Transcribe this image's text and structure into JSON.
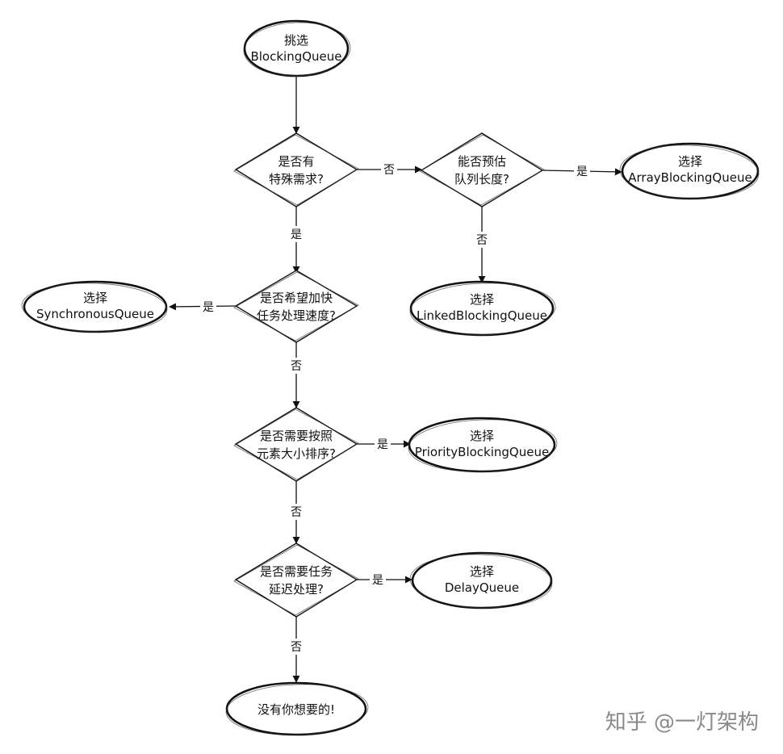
{
  "nodes": {
    "start": {
      "lines": [
        "挑选",
        "BlockingQueue"
      ]
    },
    "q_special": {
      "lines": [
        "是否有",
        "特殊需求?"
      ]
    },
    "q_estimate": {
      "lines": [
        "能否预估",
        "队列长度?"
      ]
    },
    "array": {
      "lines": [
        "选择",
        "ArrayBlockingQueue"
      ]
    },
    "linked": {
      "lines": [
        "选择",
        "LinkedBlockingQueue"
      ]
    },
    "q_speed": {
      "lines": [
        "是否希望加快",
        "任务处理速度?"
      ]
    },
    "synchronous": {
      "lines": [
        "选择",
        "SynchronousQueue"
      ]
    },
    "q_sort": {
      "lines": [
        "是否需要按照",
        "元素大小排序?"
      ]
    },
    "priority": {
      "lines": [
        "选择",
        "PriorityBlockingQueue"
      ]
    },
    "q_delay": {
      "lines": [
        "是否需要任务",
        "延迟处理?"
      ]
    },
    "delay": {
      "lines": [
        "选择",
        "DelayQueue"
      ]
    },
    "none": {
      "lines": [
        "没有你想要的!"
      ]
    }
  },
  "edges": {
    "special_to_estimate": "否",
    "estimate_to_array": "是",
    "estimate_to_linked": "否",
    "special_to_speed": "是",
    "speed_to_synchronous": "是",
    "speed_to_sort": "否",
    "sort_to_priority": "是",
    "sort_to_delay": "否",
    "delay_to_delayqueue": "是",
    "delay_to_none": "否"
  },
  "watermark": "知乎 @一灯架构"
}
